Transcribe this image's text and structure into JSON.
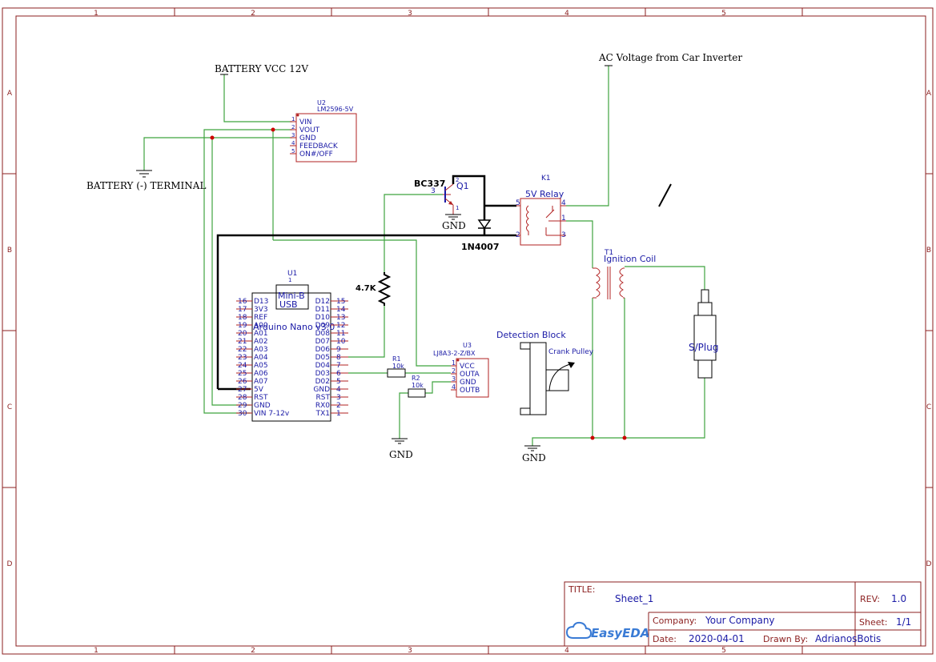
{
  "frame": {
    "columns": [
      "1",
      "2",
      "3",
      "4",
      "5"
    ],
    "rows": [
      "A",
      "B",
      "C",
      "D"
    ]
  },
  "net_labels": {
    "battery_vcc": "BATTERY VCC 12V",
    "battery_neg": "BATTERY (-) TERMINAL",
    "ac_voltage": "AC Voltage from Car Inverter",
    "gnd": "GND"
  },
  "u2": {
    "designator": "U2",
    "part": "LM2596-5V",
    "pins": [
      {
        "num": "1",
        "name": "VIN"
      },
      {
        "num": "2",
        "name": "VOUT"
      },
      {
        "num": "3",
        "name": "GND"
      },
      {
        "num": "4",
        "name": "FEEDBACK"
      },
      {
        "num": "5",
        "name": "ON#/OFF"
      }
    ]
  },
  "q1": {
    "designator": "Q1",
    "part": "BC337",
    "base_pin": "3",
    "collector_pin": "2",
    "emitter_pin": "1"
  },
  "d1": {
    "part": "1N4007"
  },
  "k1": {
    "designator": "K1",
    "part": "5V Relay",
    "pins": [
      "5",
      "2",
      "4",
      "1",
      "3"
    ]
  },
  "t1": {
    "designator": "T1",
    "part": "Ignition Coil"
  },
  "splug": {
    "label": "S/Plug"
  },
  "r_pullup": {
    "value": "4.7K"
  },
  "u1": {
    "designator": "U1",
    "connector_num": "1",
    "connector": "Mini-B",
    "connector2": "USB",
    "part": "Arduino Nano v3.0",
    "left_pins": [
      {
        "num": "16",
        "name": "D13"
      },
      {
        "num": "17",
        "name": "3V3"
      },
      {
        "num": "18",
        "name": "REF"
      },
      {
        "num": "19",
        "name": "A00"
      },
      {
        "num": "20",
        "name": "A01"
      },
      {
        "num": "21",
        "name": "A02"
      },
      {
        "num": "22",
        "name": "A03"
      },
      {
        "num": "23",
        "name": "A04"
      },
      {
        "num": "24",
        "name": "A05"
      },
      {
        "num": "25",
        "name": "A06"
      },
      {
        "num": "26",
        "name": "A07"
      },
      {
        "num": "27",
        "name": "5V"
      },
      {
        "num": "28",
        "name": "RST"
      },
      {
        "num": "29",
        "name": "GND"
      },
      {
        "num": "30",
        "name": "VIN 7-12v"
      }
    ],
    "right_pins": [
      {
        "num": "15",
        "name": "D12"
      },
      {
        "num": "14",
        "name": "D11"
      },
      {
        "num": "13",
        "name": "D10"
      },
      {
        "num": "12",
        "name": "D09"
      },
      {
        "num": "11",
        "name": "D08"
      },
      {
        "num": "10",
        "name": "D07"
      },
      {
        "num": "9",
        "name": "D06"
      },
      {
        "num": "8",
        "name": "D05"
      },
      {
        "num": "7",
        "name": "D04"
      },
      {
        "num": "6",
        "name": "D03"
      },
      {
        "num": "5",
        "name": "D02"
      },
      {
        "num": "4",
        "name": "GND"
      },
      {
        "num": "3",
        "name": "RST"
      },
      {
        "num": "2",
        "name": "RX0"
      },
      {
        "num": "1",
        "name": "TX1"
      }
    ]
  },
  "r1": {
    "designator": "R1",
    "value": "10k"
  },
  "r2": {
    "designator": "R2",
    "value": "10k"
  },
  "u3": {
    "designator": "U3",
    "part": "LJ8A3-2-Z/BX",
    "pins": [
      {
        "num": "1",
        "name": "VCC"
      },
      {
        "num": "2",
        "name": "OUTA"
      },
      {
        "num": "3",
        "name": "GND"
      },
      {
        "num": "4",
        "name": "OUTB"
      }
    ]
  },
  "detection": {
    "title": "Detection Block",
    "pulley": "Crank Pulley"
  },
  "title_block": {
    "title_label": "TITLE:",
    "title": "Sheet_1",
    "rev_label": "REV:",
    "rev": "1.0",
    "company_label": "Company:",
    "company": "Your Company",
    "sheet_label": "Sheet:",
    "sheet": "1/1",
    "date_label": "Date:",
    "date": "2020-04-01",
    "drawn_label": "Drawn By:",
    "drawn_by": "AdrianosBotis",
    "logo": "EasyEDA"
  }
}
